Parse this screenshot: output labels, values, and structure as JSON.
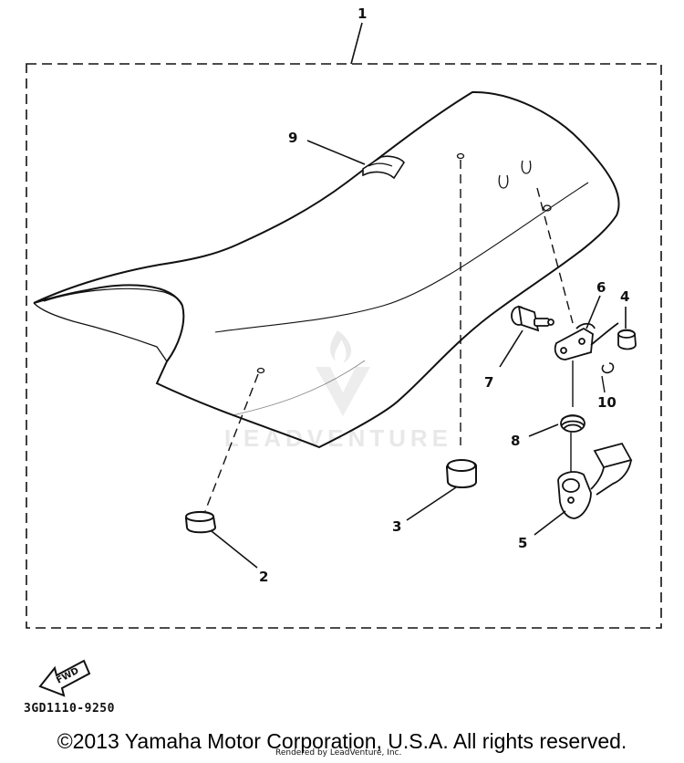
{
  "diagram": {
    "callouts": [
      "1",
      "2",
      "3",
      "4",
      "5",
      "6",
      "7",
      "8",
      "9",
      "10"
    ],
    "watermark": "LEADVENTURE",
    "fwd_label": "FWD",
    "part_number": "3GD1110-9250"
  },
  "footer": {
    "copyright": "©2013 Yamaha Motor Corporation, U.S.A. All rights reserved.",
    "rendered_by": "Rendered by LeadVenture, Inc."
  }
}
